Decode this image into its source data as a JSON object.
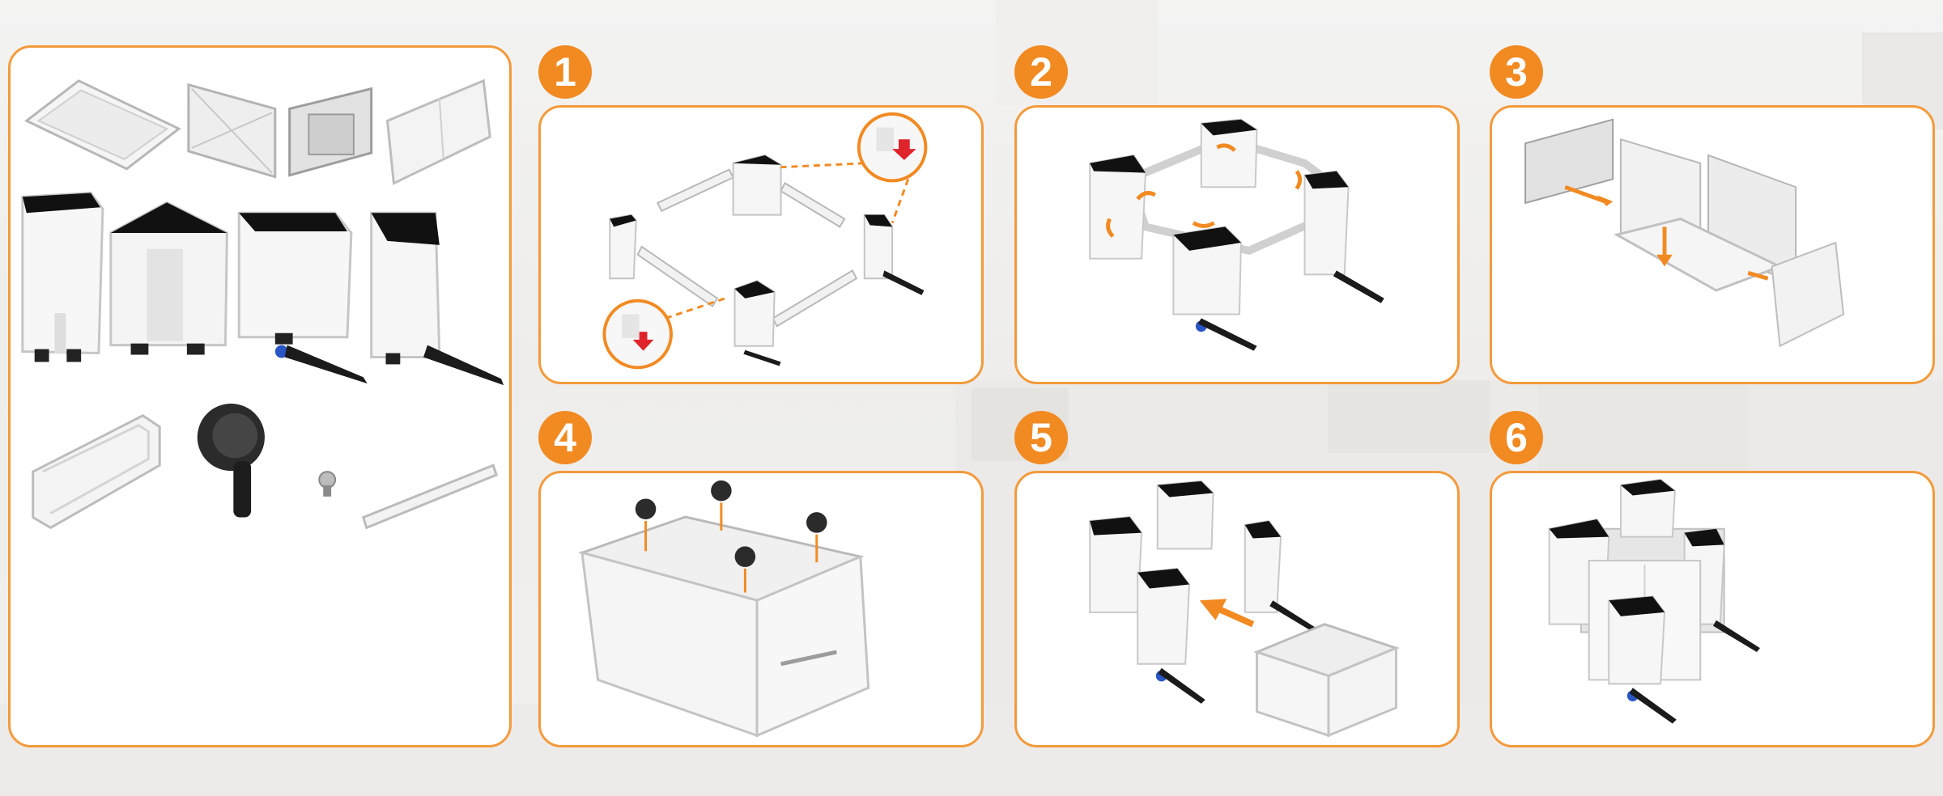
{
  "steps": [
    {
      "number": "1"
    },
    {
      "number": "2"
    },
    {
      "number": "3"
    },
    {
      "number": "4"
    },
    {
      "number": "5"
    },
    {
      "number": "6"
    }
  ],
  "colors": {
    "accent": "#f28a22",
    "border": "#f39a3b",
    "arrow_red": "#e0242b",
    "caster_blue": "#2a55c5"
  }
}
